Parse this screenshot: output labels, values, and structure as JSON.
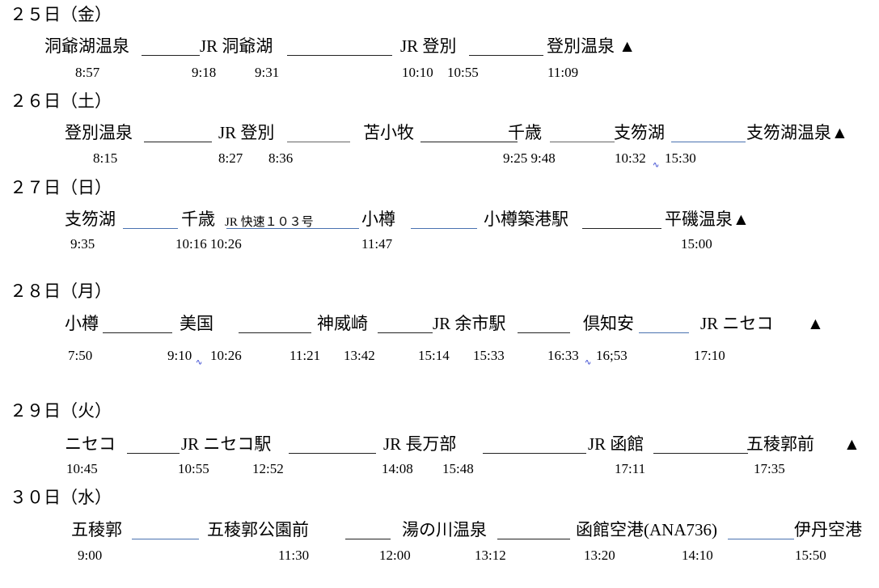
{
  "days": [
    {
      "heading": "２５日（金）",
      "stations": [
        "洞爺湖温泉",
        "JR 洞爺湖",
        "JR 登別",
        "登別温泉 ▲"
      ],
      "times": [
        "8:57",
        "9:18",
        "9:31",
        "10:10",
        "10:55",
        "11:09"
      ]
    },
    {
      "heading": "２６日（土）",
      "stations": [
        "登別温泉",
        "JR 登別",
        "苫小牧",
        "千歳",
        "支笏湖",
        "支笏湖温泉▲"
      ],
      "times": [
        "8:15",
        "8:27",
        "8:36",
        "9:25 9:48",
        "10:32",
        "15:30"
      ]
    },
    {
      "heading": "２７日（日）",
      "stations": [
        "支笏湖",
        "千歳",
        "JR 快速１０３号",
        "小樽",
        "小樽築港駅",
        "平磯温泉▲"
      ],
      "times": [
        "9:35",
        "10:16 10:26",
        "11:47",
        "15:00"
      ]
    },
    {
      "heading": "２８日（月）",
      "stations": [
        "小樽",
        "美国",
        "神威崎",
        "JR 余市駅",
        "倶知安",
        "JR ニセコ",
        "▲"
      ],
      "times": [
        "7:50",
        "9:10",
        "10:26",
        "11:21",
        "13:42",
        "15:14",
        "15:33",
        "16:33",
        "16;53",
        "17:10"
      ]
    },
    {
      "heading": "２９日（火）",
      "stations": [
        "ニセコ",
        "JR ニセコ駅",
        "JR 長万部",
        "JR 函館",
        "五稜郭前",
        "▲"
      ],
      "times": [
        "10:45",
        "10:55",
        "12:52",
        "14:08",
        "15:48",
        "17:11",
        "17:35"
      ]
    },
    {
      "heading": "３０日（水）",
      "stations": [
        "五稜郭",
        "五稜郭公園前",
        "湯の川温泉",
        "函館空港(ANA736)",
        "伊丹空港"
      ],
      "times": [
        "9:00",
        "11:30",
        "12:00",
        "13:12",
        "13:20",
        "14:10",
        "15:50"
      ]
    }
  ],
  "colors": {
    "line_black": "#222222",
    "line_blue": "#4a72b0",
    "line_gray": "#666666"
  }
}
